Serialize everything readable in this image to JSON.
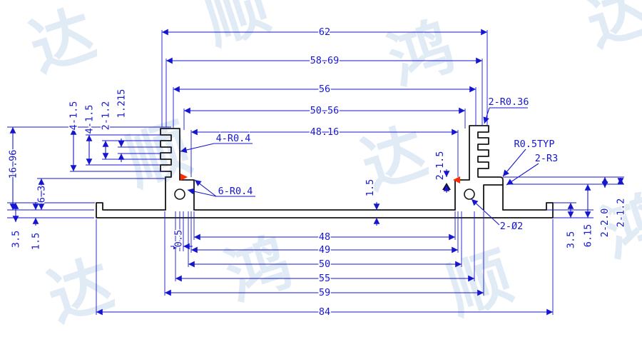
{
  "dims": {
    "w62": "62",
    "w58_69": "58.69",
    "w56": "56",
    "w50_56": "50.56",
    "w48_16": "48.16",
    "w48": "48",
    "w49": "49",
    "w50": "50",
    "w55": "55",
    "w59": "59",
    "w84": "84",
    "h16_96": "16.96",
    "h6_3": "6.3",
    "h3_5_left": "3.5",
    "h1_5_left": "1.5",
    "p4_15_a": "4-1.5",
    "p4_15_b": "4-1.5",
    "p2_12_left": "2-1.2",
    "p1_215": "1.215",
    "w0_5": "0.5",
    "t1_5_mid": "1.5",
    "t2_15": "2-1.5",
    "r4_r04": "4-R0.4",
    "r6_r04": "6-R0.4",
    "r2_r036": "2-R0.36",
    "r0_5_typ": "R0.5TYP",
    "r2_r3": "2-R3",
    "h2_phi2": "2-Ø2",
    "t2_20": "2-2.0",
    "t2_12_right": "2-1.2",
    "h3_5_right": "3.5",
    "h6_15": "6.15"
  },
  "watermark": [
    "达",
    "顺",
    "鸿",
    "达",
    "顺",
    "达",
    "鸿",
    "顺",
    "鸿",
    "达"
  ],
  "colors": {
    "dimension_blue": "#1616d0",
    "profile_black": "#161616",
    "watermark_blue": "#cadcee",
    "mark_red": "#ff2a00"
  }
}
